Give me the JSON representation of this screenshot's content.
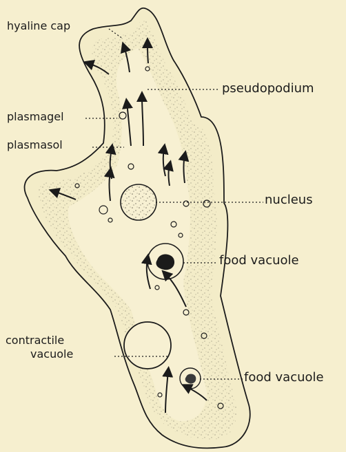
{
  "diagram": {
    "labels": {
      "hyaline_cap": "hyaline cap",
      "pseudopodium": "pseudopodium",
      "plasmagel": "plasmagel",
      "plasmasol": "plasmasol",
      "nucleus": "nucleus",
      "food_vacuole_upper": "food vacuole",
      "contractile_vacuole_line1": "contractile",
      "contractile_vacuole_line2": "vacuole",
      "food_vacuole_lower": "food vacuole"
    },
    "colors": {
      "background": "#f6efcf",
      "cytoplasm": "#f3ecc8",
      "stipple": "#6f6a5c",
      "ink": "#1b1b1b"
    }
  }
}
